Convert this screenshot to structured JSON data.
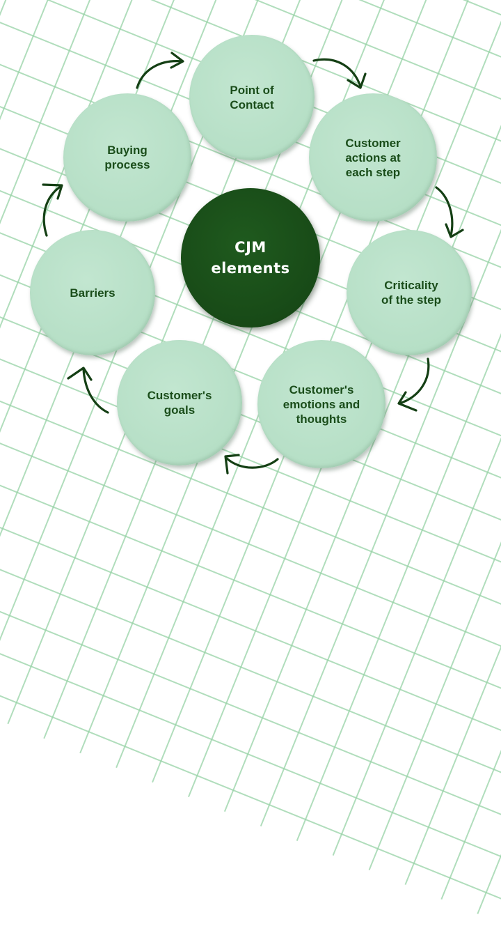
{
  "diagram": {
    "type": "cycle",
    "center": {
      "label": "CJM\nelements",
      "color": "#184a17"
    },
    "node_color": "#b6dfc6",
    "text_color": "#1a4d1a",
    "arrow_color": "#143f14",
    "grid_color": "#9fd4ae",
    "nodes": [
      {
        "id": "point-of-contact",
        "label": "Point of\nContact"
      },
      {
        "id": "customer-actions",
        "label": "Customer\nactions at\neach step"
      },
      {
        "id": "criticality",
        "label": "Criticality\nof the step"
      },
      {
        "id": "emotions",
        "label": "Customer's\nemotions and\nthoughts"
      },
      {
        "id": "goals",
        "label": "Customer's\ngoals"
      },
      {
        "id": "barriers",
        "label": "Barriers"
      },
      {
        "id": "buying-process",
        "label": "Buying\nprocess"
      }
    ],
    "arrows": [
      {
        "from": "buying-process",
        "to": "point-of-contact"
      },
      {
        "from": "point-of-contact",
        "to": "customer-actions"
      },
      {
        "from": "customer-actions",
        "to": "criticality"
      },
      {
        "from": "criticality",
        "to": "emotions"
      },
      {
        "from": "emotions",
        "to": "goals"
      },
      {
        "from": "goals",
        "to": "barriers"
      },
      {
        "from": "barriers",
        "to": "buying-process"
      }
    ]
  }
}
